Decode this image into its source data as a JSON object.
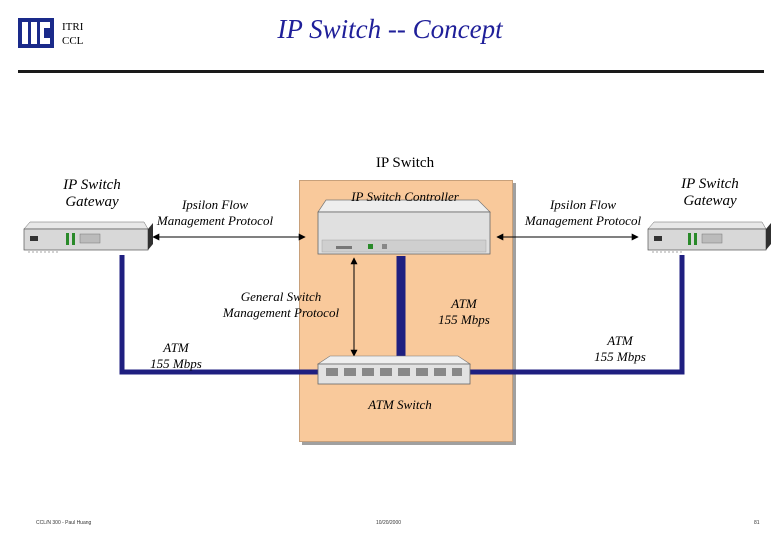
{
  "header": {
    "org_line1": "ITRI",
    "org_line2": "CCL",
    "title": "IP Switch -- Concept"
  },
  "diagram": {
    "panel_label": "IP Switch",
    "left_gateway": [
      "IP Switch",
      "Gateway"
    ],
    "right_gateway": [
      "IP Switch",
      "Gateway"
    ],
    "controller_label": "IP Switch Controller",
    "left_protocol": [
      "Ipsilon Flow",
      "Management Protocol"
    ],
    "right_protocol": [
      "Ipsilon Flow",
      "Management Protocol"
    ],
    "gsmp": [
      "General Switch",
      "Management Protocol"
    ],
    "atm_center": [
      "ATM",
      "155 Mbps"
    ],
    "atm_left": [
      "ATM",
      "155 Mbps"
    ],
    "atm_right": [
      "ATM",
      "155 Mbps"
    ],
    "switch_label": "ATM Switch"
  },
  "footer": {
    "left": "CCL/N 300 - Paul Huang",
    "center": "10/20/2000",
    "right": "81"
  },
  "colors": {
    "title": "#1f1f99",
    "link": "#1f1f80",
    "panel": "#f9c99b"
  }
}
